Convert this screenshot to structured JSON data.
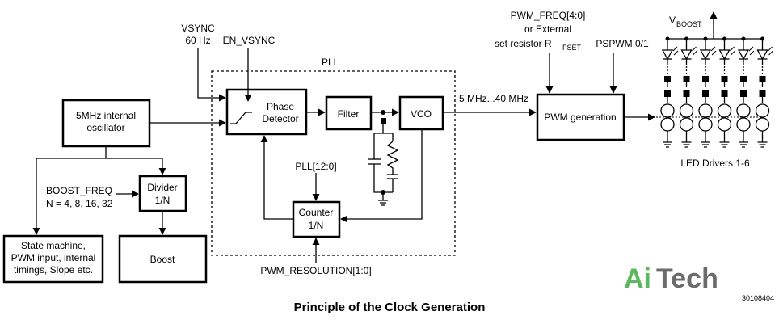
{
  "blocks": {
    "osc_line1": "5MHz internal",
    "osc_line2": "oscillator",
    "phase_line1": "Phase",
    "phase_line2": "Detector",
    "filter": "Filter",
    "vco": "VCO",
    "pwm_gen": "PWM generation",
    "divider_line1": "Divider",
    "divider_line2": "1/N",
    "counter_line1": "Counter",
    "counter_line2": "1/N",
    "boost": "Boost",
    "state_line1": "State machine,",
    "state_line2": "PWM input, internal",
    "state_line3": "timings, Slope etc."
  },
  "labels": {
    "vsync_line1": "VSYNC",
    "vsync_line2": "60 Hz",
    "en_vsync": "EN_VSYNC",
    "pll": "PLL",
    "freq_range": "5 MHz...40 MHz",
    "pwm_freq_line1": "PWM_FREQ[4:0]",
    "pwm_freq_line2": "or External",
    "pwm_freq_line3": "set resistor R",
    "pwm_freq_sub": "FSET",
    "pspwm": "PSPWM 0/1",
    "vboost": "V",
    "vboost_sub": "BOOST",
    "led_drivers": "LED Drivers 1-6",
    "boost_freq_line1": "BOOST_FREQ",
    "boost_freq_line2": "N = 4, 8, 16, 32",
    "pll_bits": "PLL[12:0]",
    "pwm_resolution": "PWM_RESOLUTION[1:0]"
  },
  "caption": "Principle of the Clock Generation",
  "figure_number": "30108404",
  "logo": {
    "text_green": "Ai",
    "text_gray": "Tech",
    "colors": {
      "green": "#5cb85c",
      "gray": "#6b6b6b"
    }
  },
  "led_channel_count": 6
}
